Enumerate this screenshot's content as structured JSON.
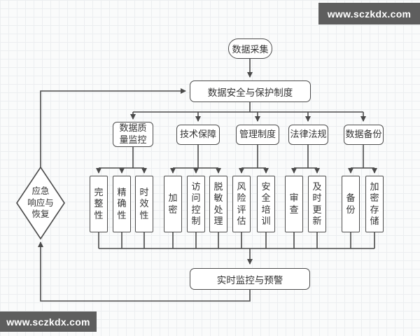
{
  "watermark": {
    "text": "www.sczkdx.com"
  },
  "diagram": {
    "start": "数据采集",
    "policy": "数据安全与保护制度",
    "monitor": "实时监控与预警",
    "emergency": "应急\n响应与\n恢复",
    "categories": [
      "数据质\n量监控",
      "技术保障",
      "管理制度",
      "法律法规",
      "数据备份"
    ],
    "leaves": [
      "完整性",
      "精确性",
      "时效性",
      "加密",
      "访问控制",
      "脱敏处理",
      "风险评估",
      "安全培训",
      "审查",
      "及时更新",
      "备份",
      "加密存储"
    ],
    "colors": {
      "line": "#4a4a4a",
      "box_fill": "#ffffff",
      "text": "#333333",
      "watermark_bg": "#5e5e5e",
      "watermark_text": "#ffffff"
    }
  }
}
